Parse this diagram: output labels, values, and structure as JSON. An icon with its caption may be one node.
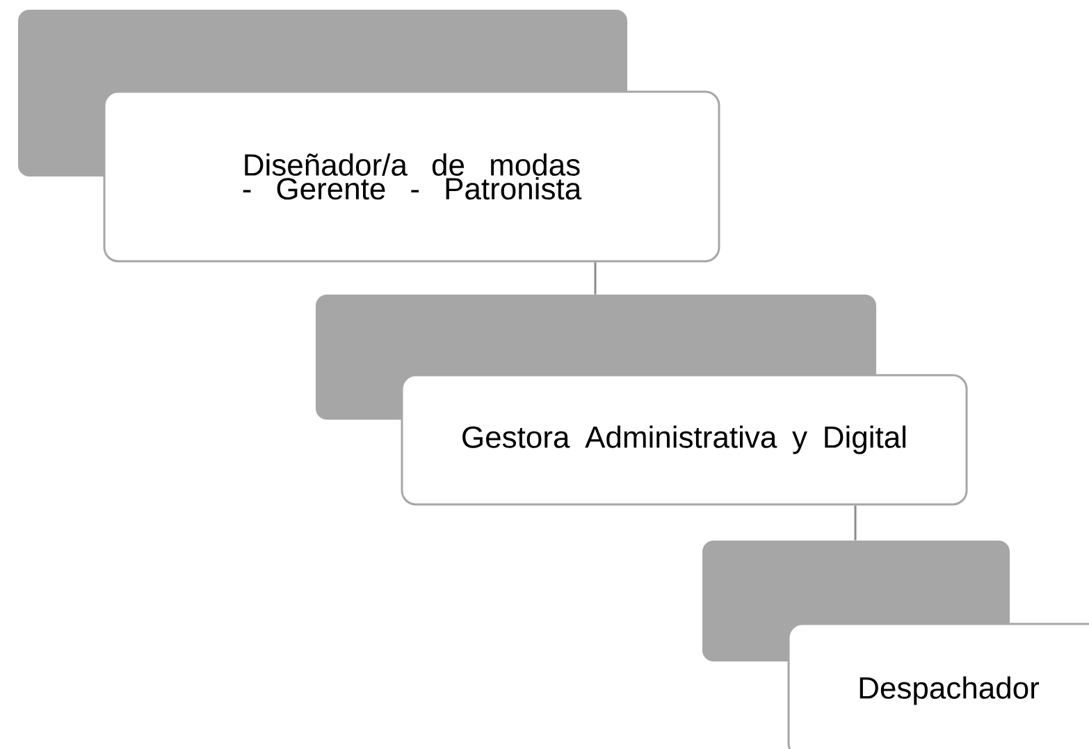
{
  "diagram": {
    "nodes": [
      {
        "text": [],
        "shape": "box"
      },
      {
        "text": [
          "Diseñador/a de modas - Gerente - Patronista"
        ]
      },
      {
        "text": [],
        "shape": "box"
      },
      {
        "text": [
          "Gestora Administrativa y Digital"
        ]
      },
      {
        "text": [],
        "shape": "box"
      },
      {
        "text": [
          "Despachador"
        ]
      }
    ],
    "edges": [
      {
        "from": 1,
        "to": 2,
        "arrow": "none"
      },
      {
        "from": 3,
        "to": 4,
        "arrow": "none"
      }
    ]
  }
}
